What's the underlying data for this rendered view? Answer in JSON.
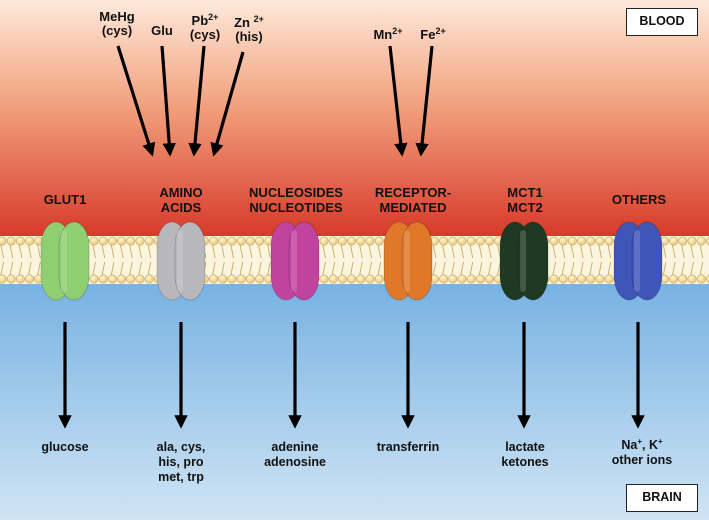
{
  "regions": {
    "top": "BLOOD",
    "bottom": "BRAIN"
  },
  "transporters": [
    {
      "label": [
        "GLUT1"
      ],
      "product": [
        "glucose"
      ],
      "color": "#8fcf72"
    },
    {
      "label": [
        "AMINO",
        "ACIDS"
      ],
      "product": [
        "ala, cys,",
        "his, pro",
        "met, trp"
      ],
      "color": "#b8b8bc"
    },
    {
      "label": [
        "NUCLEOSIDES",
        "NUCLEOTIDES"
      ],
      "product": [
        "adenine",
        "adenosine"
      ],
      "color": "#c1439e"
    },
    {
      "label": [
        "RECEPTOR-",
        "MEDIATED"
      ],
      "product": [
        "transferrin"
      ],
      "color": "#e0782a"
    },
    {
      "label": [
        "MCT1",
        "MCT2"
      ],
      "product": [
        "lactate",
        "ketones"
      ],
      "color": "#1e3a22"
    },
    {
      "label": [
        "OTHERS"
      ],
      "product": [
        "Na+, K+",
        "other ions"
      ],
      "color": "#3f55b8"
    }
  ],
  "ions": {
    "mehg": {
      "line1": "MeHg",
      "line2": "(cys)"
    },
    "glu": {
      "line1": "Glu"
    },
    "pb": {
      "base": "Pb",
      "charge": "2+",
      "line2": "(cys)"
    },
    "zn": {
      "base": "Zn",
      "charge": "2+",
      "line2": "(his)"
    },
    "mn": {
      "base": "Mn",
      "charge": "2+"
    },
    "fe": {
      "base": "Fe",
      "charge": "2+"
    }
  },
  "product_ions": {
    "na": "Na",
    "na_charge": "+",
    "k": "K",
    "k_charge": "+",
    "rest": "other ions"
  },
  "colors": {
    "blood_top": "#fde9da",
    "blood_bottom": "#d73a2a",
    "brain_top": "#78b2e2",
    "brain_bottom": "#cfe4f4",
    "membrane_head": "#f0d282",
    "membrane_tail": "#fbf4de"
  }
}
